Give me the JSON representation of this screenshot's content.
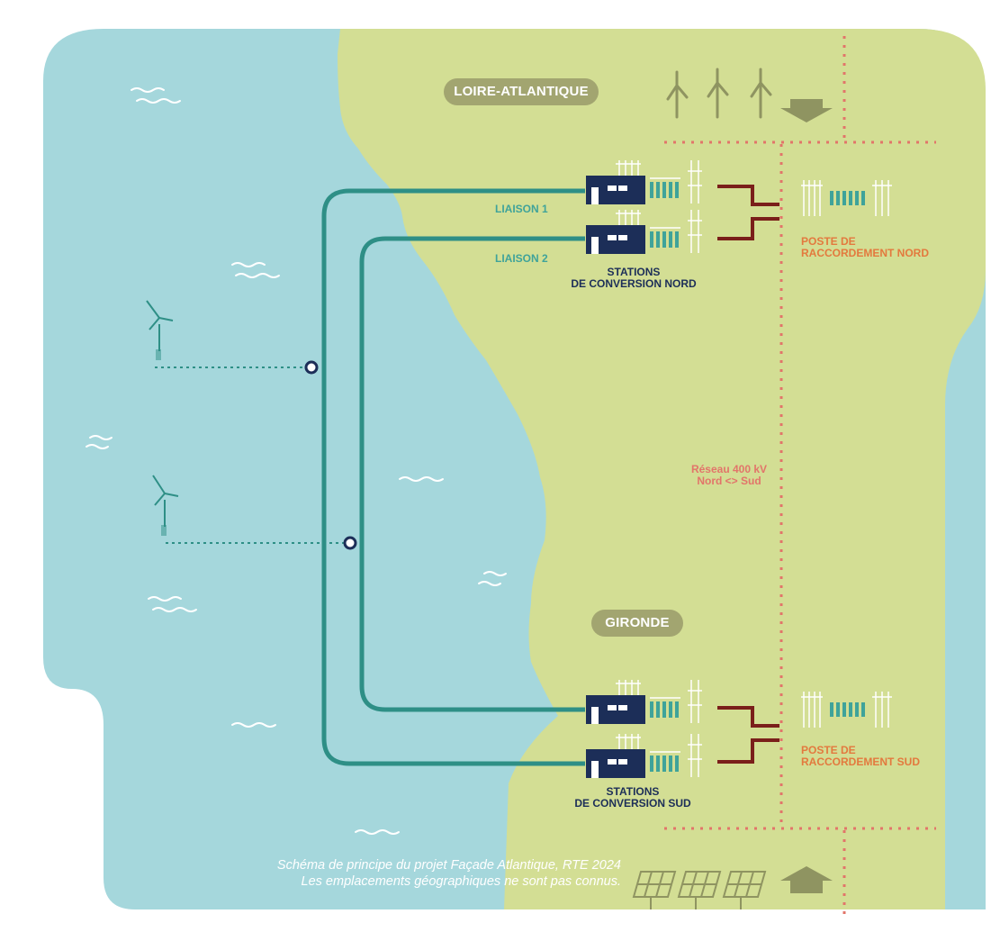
{
  "regions": {
    "north": "LOIRE-ATLANTIQUE",
    "south": "GIRONDE"
  },
  "links": {
    "link1": "LIAISON 1",
    "link2": "LIAISON 2"
  },
  "stations": {
    "north": [
      "STATIONS",
      "DE CONVERSION NORD"
    ],
    "south": [
      "STATIONS",
      "DE CONVERSION SUD"
    ]
  },
  "substations": {
    "north": [
      "POSTE DE",
      "RACCORDEMENT NORD"
    ],
    "south": [
      "POSTE DE",
      "RACCORDEMENT SUD"
    ]
  },
  "grid": [
    "Réseau 400 kV",
    "Nord <> Sud"
  ],
  "caption": [
    "Schéma de principe du projet Façade Atlantique, RTE 2024",
    "Les emplacements géographiques ne sont pas connus."
  ],
  "colors": {
    "sea": "#a5d7dc",
    "land": "#d3de94",
    "cable": "#2e8f86",
    "navy": "#1c2e58",
    "dark_red": "#7a1f1a",
    "grid_red": "#e2756a",
    "orange": "#e3793e",
    "arrow": "#8f9461"
  },
  "icons": [
    "wind-turbine-icon",
    "solar-panel-icon",
    "converter-station-icon",
    "pylon-icon",
    "wave-icon",
    "down-arrow-icon",
    "up-arrow-icon"
  ]
}
